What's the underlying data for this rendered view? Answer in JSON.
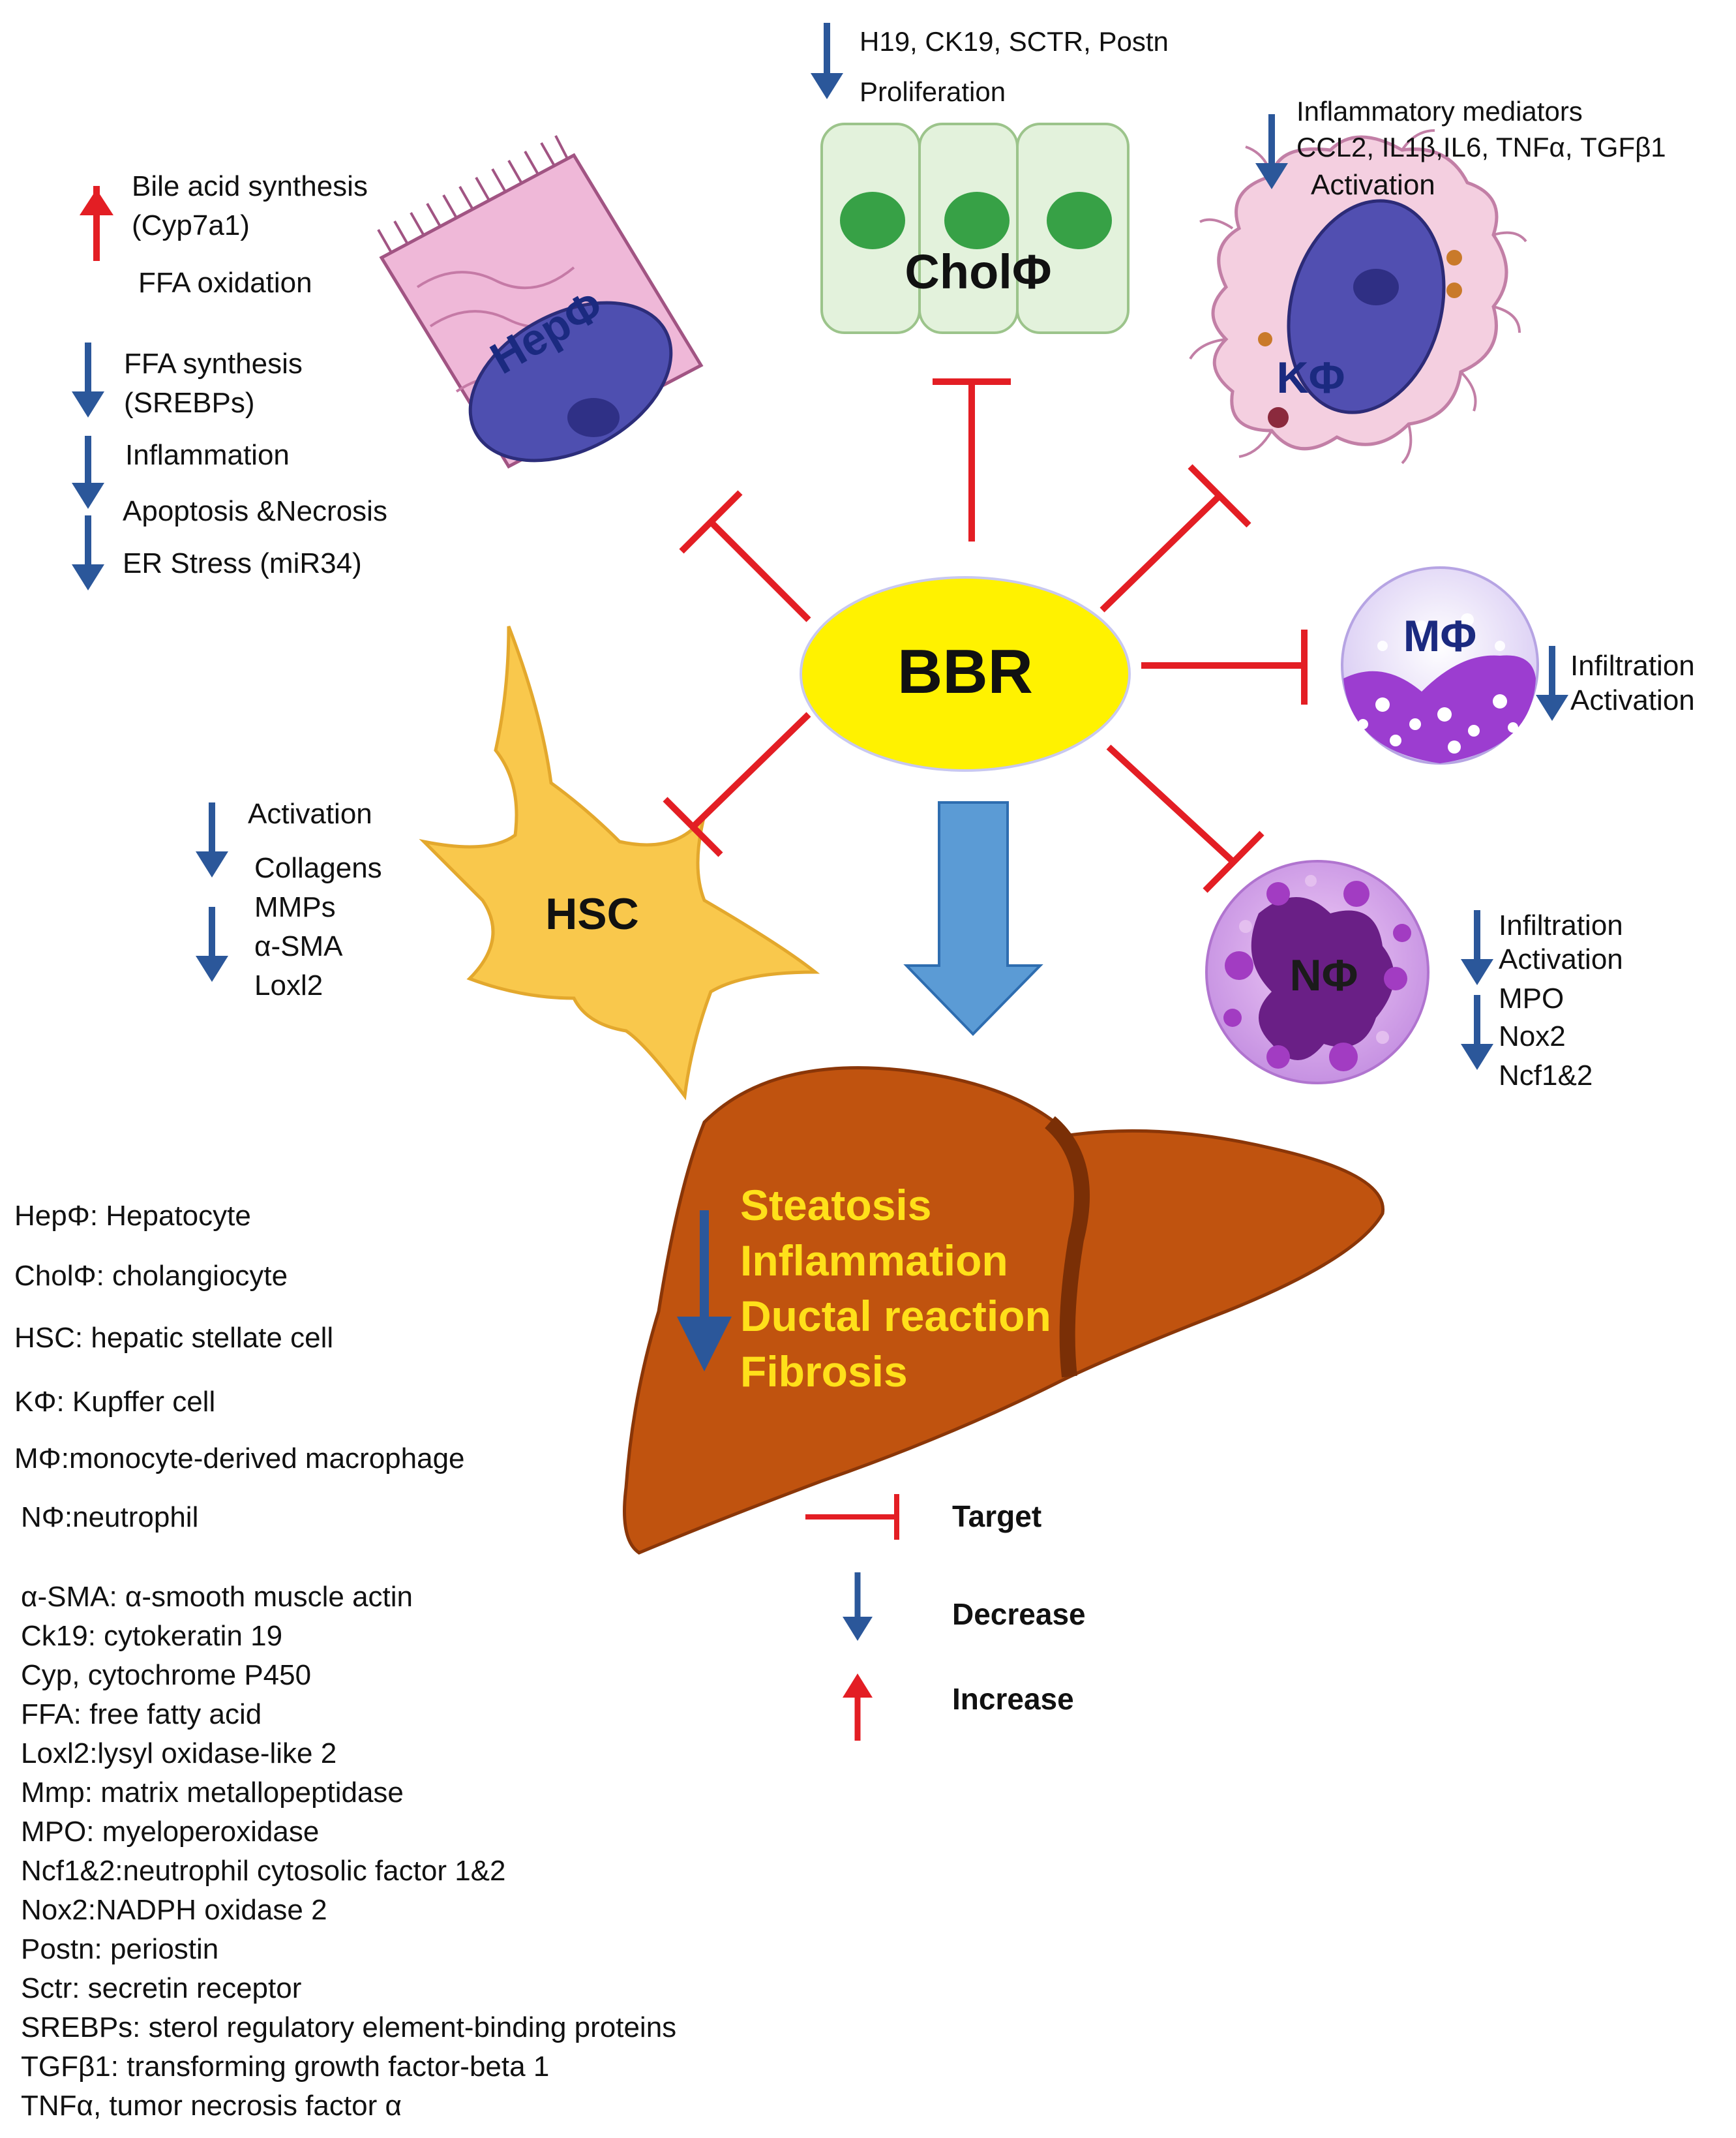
{
  "center": {
    "label": "BBR"
  },
  "cells": {
    "hepatocyte": {
      "label": "HepΦ",
      "effects_up": [
        "Bile acid synthesis",
        "(Cyp7a1)",
        "FFA oxidation"
      ],
      "effects_down": [
        "FFA synthesis",
        "(SREBPs)",
        "Inflammation",
        "Apoptosis &Necrosis",
        "ER Stress (miR34)"
      ]
    },
    "cholangiocyte": {
      "label": "CholΦ",
      "effects_down": [
        "H19, CK19, SCTR, Postn",
        "Proliferation"
      ]
    },
    "kupffer": {
      "label": "KΦ",
      "effects_down": [
        "Inflammatory mediators",
        "CCL2, IL1β,IL6, TNFα, TGFβ1",
        "Activation"
      ]
    },
    "macrophage": {
      "label": "MΦ",
      "effects_down": [
        "Infiltration",
        "Activation"
      ]
    },
    "neutrophil": {
      "label": "NΦ",
      "effects_down": [
        "Infiltration",
        "Activation",
        "MPO",
        "Nox2",
        "Ncf1&2"
      ]
    },
    "hsc": {
      "label": "HSC",
      "effects_down": [
        "Activation",
        "Collagens",
        "MMPs",
        "α-SMA",
        "Loxl2"
      ]
    }
  },
  "liver": {
    "outcomes": [
      "Steatosis",
      "Inflammation",
      "Ductal reaction",
      "Fibrosis"
    ]
  },
  "legend": {
    "target": "Target",
    "decrease": "Decrease",
    "increase": "Increase"
  },
  "cell_abbreviations": [
    "HepΦ: Hepatocyte",
    "CholΦ: cholangiocyte",
    "HSC: hepatic stellate cell",
    "KΦ: Kupffer cell",
    "MΦ:monocyte-derived macrophage",
    "NΦ:neutrophil"
  ],
  "term_abbreviations": [
    "α-SMA: α-smooth muscle actin",
    "Ck19: cytokeratin 19",
    "Cyp, cytochrome P450",
    "FFA: free fatty acid",
    "Loxl2:lysyl oxidase-like 2",
    "Mmp: matrix metallopeptidase",
    "MPO: myeloperoxidase",
    "Ncf1&2:neutrophil cytosolic factor 1&2",
    "Nox2:NADPH oxidase 2",
    "Postn: periostin",
    "Sctr: secretin receptor",
    "SREBPs: sterol regulatory element-binding proteins",
    "TGFβ1: transforming growth factor-beta 1",
    "TNFα, tumor necrosis factor α"
  ],
  "colors": {
    "inhibit": "#e31e24",
    "decrease": "#2b579a",
    "increase": "#e31e24",
    "bbr_fill": "#fff200",
    "liver_fill": "#c0530f",
    "liver_text": "#ffe01a",
    "big_arrow": "#5b9bd5"
  }
}
